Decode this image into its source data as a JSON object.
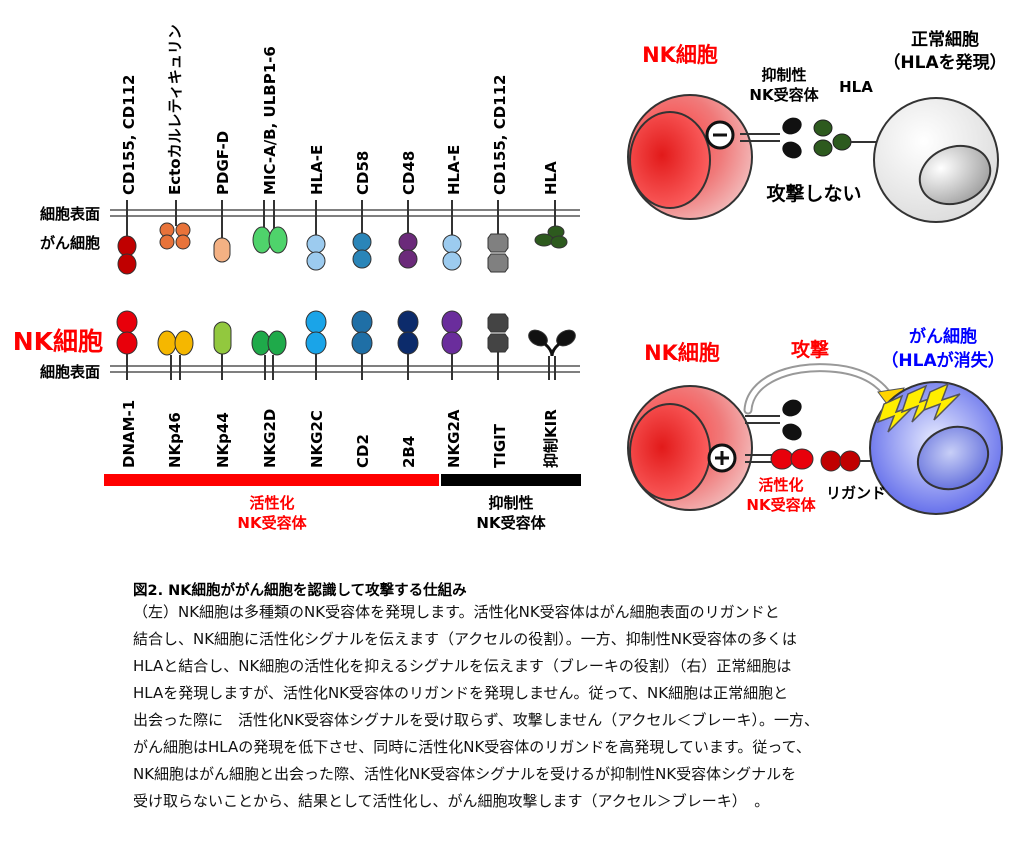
{
  "left_panel": {
    "cancer_label_line1": "細胞表面",
    "cancer_label_line2": "がん細胞",
    "nk_label_big": "NK細胞",
    "nk_label_small": "細胞表面",
    "ligands": [
      "CD155, CD112",
      "Ectoカルレティキュリン",
      "PDGF-D",
      "MIC-A/B, ULBP1-6",
      "HLA-E",
      "CD58",
      "CD48",
      "HLA-E",
      "CD155, CD112",
      "HLA"
    ],
    "receptors": [
      "DNAM-1",
      "NKp46",
      "NKp44",
      "NKG2D",
      "NKG2C",
      "CD2",
      "2B4",
      "NKG2A",
      "TIGIT",
      "抑制KIR"
    ],
    "activating_label_line1": "活性化",
    "activating_label_line2": "NK受容体",
    "inhibitory_label_line1": "抑制性",
    "inhibitory_label_line2": "NK受容体",
    "colors": {
      "activating_bar": "#ff0000",
      "inhibitory_bar": "#000000",
      "dnam1": "#e8000b",
      "cd155_ligand": "#c00000",
      "nkp46": "#f5b700",
      "ecto": "#e8733a",
      "nkp44": "#92c83e",
      "pdgfd": "#f4b183",
      "nkg2d": "#1faa4a",
      "mica": "#4fd36b",
      "nkg2c": "#1aa4e8",
      "hlae": "#9ccbef",
      "cd2": "#1f6fa6",
      "cd58": "#2a85b8",
      "b4": "#0c2b6b",
      "cd48": "#6b2a7a",
      "nkg2a": "#6a2d9c",
      "tigit": "#444444",
      "tigit_ligand": "#808080",
      "kir": "#111111",
      "hla": "#2d5a1e"
    }
  },
  "right_top": {
    "nk_label": "NK細胞",
    "receptor_label_line1": "抑制性",
    "receptor_label_line2": "NK受容体",
    "hla_label": "HLA",
    "normal_label_line1": "正常細胞",
    "normal_label_line2": "（HLAを発現）",
    "result_label": "攻撃しない"
  },
  "right_bottom": {
    "nk_label": "NK細胞",
    "attack_label": "攻撃",
    "cancer_label_line1": "がん細胞",
    "cancer_label_line2": "（HLAが消失）",
    "activating_label_line1": "活性化",
    "activating_label_line2": "NK受容体",
    "ligand_label": "リガンド"
  },
  "caption": {
    "title": "図2. NK細胞ががん細胞を認識して攻撃する仕組み",
    "lines": [
      "（左）NK細胞は多種類のNK受容体を発現します。活性化NK受容体はがん細胞表面のリガンドと",
      "結合し、NK細胞に活性化シグナルを伝えます（アクセルの役割）。一方、抑制性NK受容体の多くは",
      "HLAと結合し、NK細胞の活性化を抑えるシグナルを伝えます（ブレーキの役割）（右）正常細胞は",
      "HLAを発現しますが、活性化NK受容体のリガンドを発現しません。従って、NK細胞は正常細胞と",
      "出会った際に　活性化NK受容体シグナルを受け取らず、攻撃しません（アクセル＜ブレーキ）。一方、",
      "がん細胞はHLAの発現を低下させ、同時に活性化NK受容体のリガンドを高発現しています。従って、",
      "NK細胞はがん細胞と出会った際、活性化NK受容体シグナルを受けるが抑制性NK受容体シグナルを",
      "受け取らないことから、結果として活性化し、がん細胞攻撃します（アクセル＞ブレーキ）　。"
    ]
  }
}
